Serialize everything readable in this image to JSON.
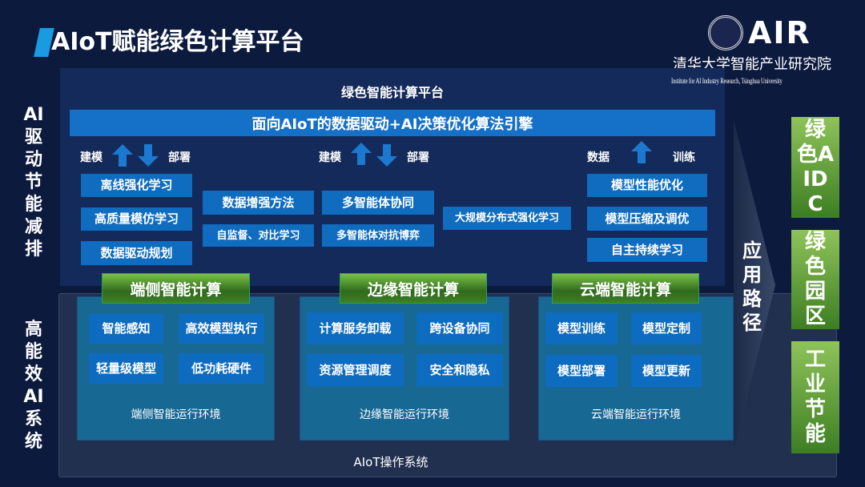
{
  "title": "AIoT赋能绿色计算平台",
  "logo": {
    "brand": "AIR",
    "cn": "清华大学智能产业研究院",
    "en": "Institute for AI Industry Research, Tsinghua University"
  },
  "left_labels": {
    "top": "AI驱动节能减排",
    "bottom": "高能效AI系统"
  },
  "platform": {
    "title": "绿色智能计算平台",
    "engine": "面向AIoT的数据驱动+AI决策优化算法引擎",
    "flows": [
      {
        "left": "建模",
        "right": "部署"
      },
      {
        "left": "建模",
        "right": "部署"
      },
      {
        "left": "数据",
        "right": "训练"
      }
    ],
    "col1": [
      "离线强化学习",
      "高质量模仿学习",
      "数据驱动规划"
    ],
    "col2": [
      "数据增强方法",
      "自监督、对比学习"
    ],
    "col3": [
      "多智能体协同",
      "多智能体对抗博弈"
    ],
    "col4": [
      "大规模分布式强化学习"
    ],
    "col5": [
      "模型性能优化",
      "模型压缩及调优",
      "自主持续学习"
    ]
  },
  "computing": [
    {
      "header": "端侧智能计算",
      "items": [
        "智能感知",
        "高效模型执行",
        "轻量级模型",
        "低功耗硬件"
      ],
      "env": "端侧智能运行环境"
    },
    {
      "header": "边缘智能计算",
      "items": [
        "计算服务卸载",
        "跨设备协同",
        "资源管理调度",
        "安全和隐私"
      ],
      "env": "边缘智能运行环境"
    },
    {
      "header": "云端智能计算",
      "items": [
        "模型训练",
        "模型定制",
        "模型部署",
        "模型更新"
      ],
      "env": "云端智能运行环境"
    }
  ],
  "os": "AIoT操作系统",
  "application": {
    "label": "应用路径",
    "items": [
      "绿色AIDC",
      "绿色园区",
      "工业节能"
    ]
  }
}
